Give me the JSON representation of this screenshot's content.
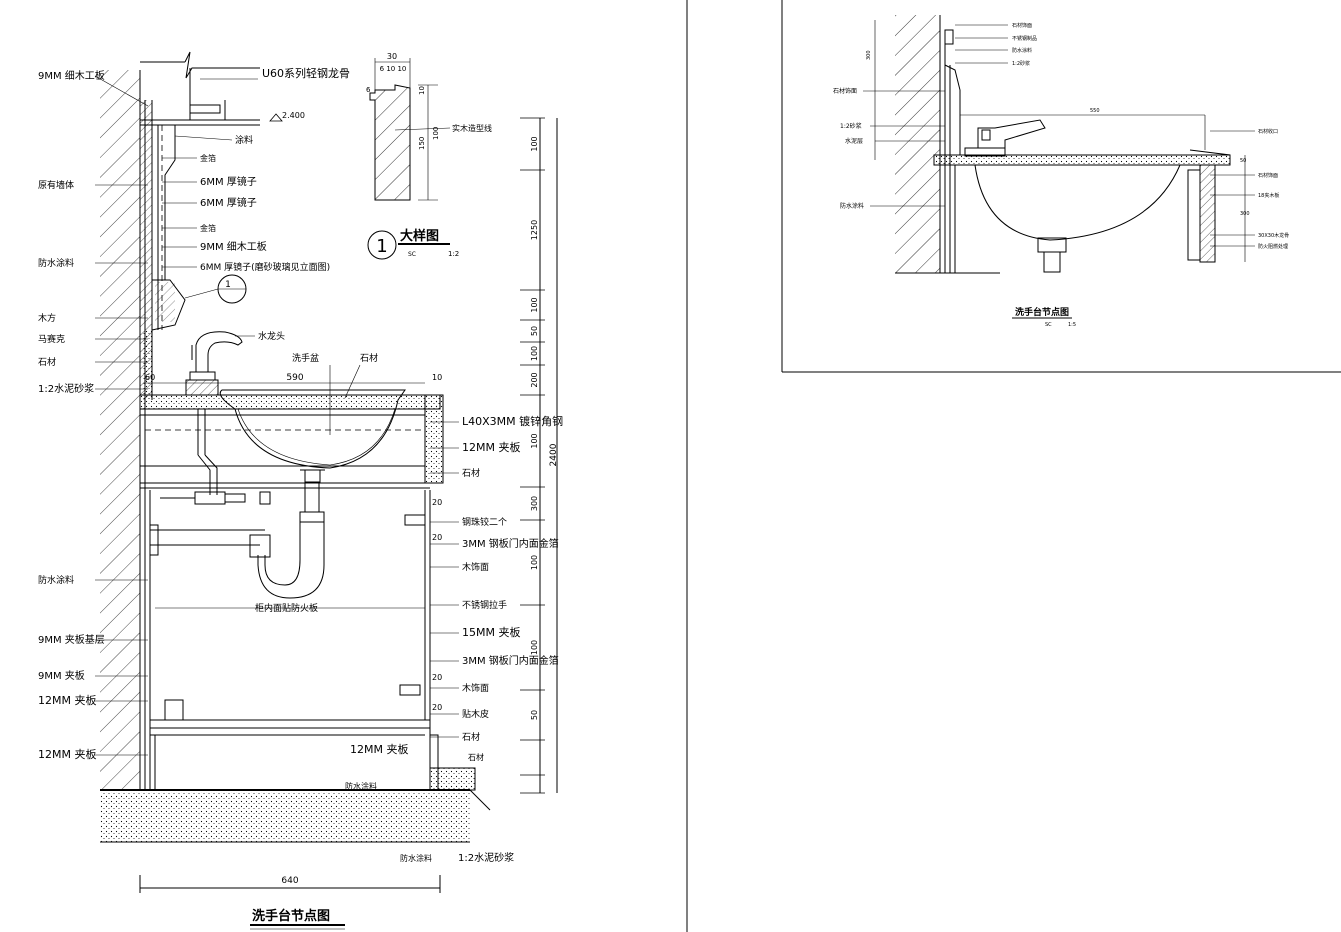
{
  "left_labels": [
    "9MM 细木工板",
    "原有墙体",
    "防水涂料",
    "木方",
    "马赛克",
    "石材",
    "1:2水泥砂浆",
    "防水涂料",
    "9MM 夹板基层",
    "9MM 夹板",
    "12MM 夹板",
    "12MM 夹板"
  ],
  "top_labels": {
    "keel": "U60系列轻钢龙骨",
    "elev": "2.400",
    "paint": "涂料",
    "glass_strip": "金箔",
    "mirror1": "6MM 厚镜子",
    "mirror2": "6MM 厚镜子",
    "gold2": "金箔",
    "board9": "9MM 细木工板",
    "mirror3": "6MM 厚镜子(磨砂玻璃见立面图)",
    "faucet": "水龙头",
    "basin": "洗手盆",
    "stone_top": "石材"
  },
  "right_labels": [
    "L40X3MM 镀锌角钢",
    "12MM 夹板",
    "石材",
    "钢珠铰二个",
    "3MM 钢板门内面金箔",
    "木饰面",
    "不锈钢拉手",
    "15MM 夹板",
    "3MM 钢板门内面金箔",
    "木饰面",
    "贴木皮",
    "石材",
    "12MM 夹板",
    "防水涂料",
    "石材",
    "防水涂料",
    "1:2水泥砂浆"
  ],
  "inner_label": "柜内面贴防火板",
  "dims_vertical": [
    "100",
    "1250",
    "100",
    "50",
    "100",
    "200",
    "100",
    "300",
    "100",
    "100",
    "50"
  ],
  "dim_total": "2400",
  "dim_basin": "590",
  "dim_width": "640",
  "dim_small": [
    "10",
    "20",
    "20",
    "20",
    "20",
    "60"
  ],
  "detail_dims": {
    "top": "30",
    "sub": "6 10 10",
    "h1": "10",
    "h2": "100",
    "h3": "150",
    "h4": "6",
    "label": "实木造型线"
  },
  "detail_marker": {
    "num": "1",
    "title": "大样图",
    "scale": "1:2",
    "sheet": "SC"
  },
  "section_ref": "1",
  "main_title": "洗手台节点图",
  "panel2_title": "洗手台节点图",
  "panel2_scale": "1:5",
  "panel2_sheet": "SC",
  "panel2_left_labels": [
    "石材饰面",
    "1:2砂浆",
    "水泥层",
    "防水涂料"
  ],
  "panel2_top_labels": [
    "石材饰面",
    "不锈钢制品",
    "防水涂料",
    "1:2砂浆"
  ],
  "panel2_right_labels": [
    "石材收口",
    "石材饰面",
    "18夹木板",
    "30X30木龙骨",
    "防火阻燃处理"
  ],
  "panel2_dims": [
    "550",
    "50",
    "300",
    "300"
  ]
}
